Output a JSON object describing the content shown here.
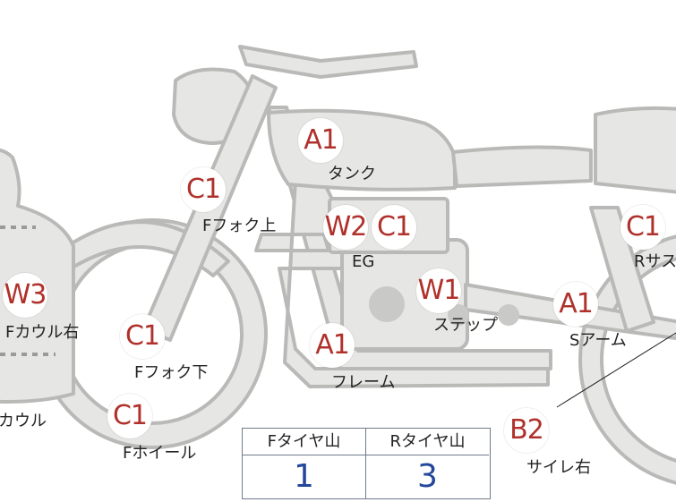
{
  "parts": [
    {
      "id": "tank",
      "code": "A1",
      "label": "タンク"
    },
    {
      "id": "ffork-upper",
      "code": "C1",
      "label": "Fフォク上"
    },
    {
      "id": "engine",
      "codes": [
        "W2",
        "C1"
      ],
      "label": "EG"
    },
    {
      "id": "step",
      "code": "W1",
      "label": "ステップ"
    },
    {
      "id": "frame",
      "code": "A1",
      "label": "フレーム"
    },
    {
      "id": "ffork-lower",
      "code": "C1",
      "label": "Fフォク下"
    },
    {
      "id": "fwheel",
      "code": "C1",
      "label": "Fホイール"
    },
    {
      "id": "fcowl-right",
      "code": "W3",
      "label": "Fカウル右"
    },
    {
      "id": "cowl",
      "code": "",
      "label": "カウル"
    },
    {
      "id": "rsus",
      "code": "C1",
      "label": "Rサス"
    },
    {
      "id": "swingarm",
      "code": "A1",
      "label": "Sアーム"
    },
    {
      "id": "muffler-right",
      "code": "B2",
      "label": "サイレ右"
    }
  ],
  "tire_table": {
    "headers": [
      "Fタイヤ山",
      "Rタイヤ山"
    ],
    "values": [
      "1",
      "3"
    ]
  },
  "colors": {
    "code_text": "#b0312b",
    "value_text": "#24479a",
    "bike_fill": "#e6e6e4",
    "bike_stroke": "#b9b9b7"
  }
}
